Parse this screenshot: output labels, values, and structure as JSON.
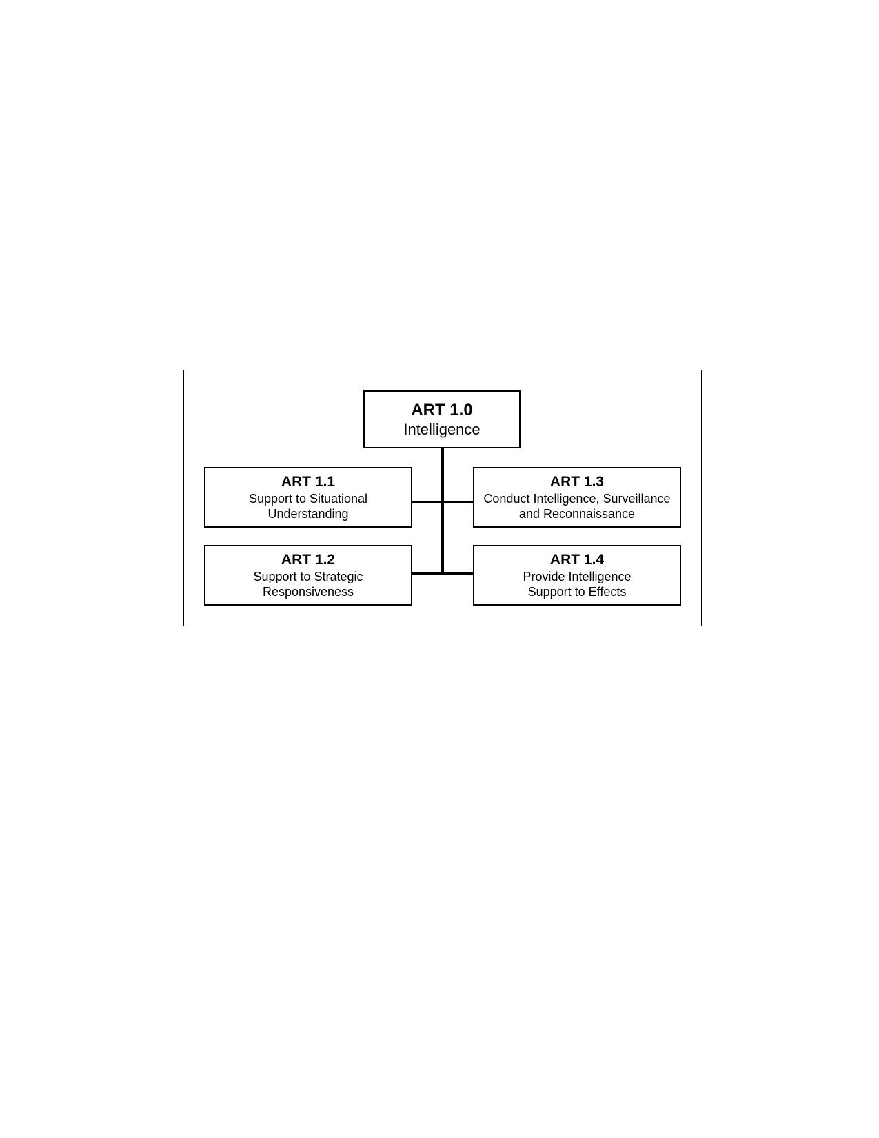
{
  "diagram": {
    "root": {
      "code": "ART 1.0",
      "desc": "Intelligence"
    },
    "children": [
      {
        "code": "ART 1.1",
        "desc": "Support to Situational\nUnderstanding"
      },
      {
        "code": "ART 1.2",
        "desc": "Support to Strategic\nResponsiveness"
      },
      {
        "code": "ART 1.3",
        "desc": "Conduct Intelligence, Surveillance\nand Reconnaissance"
      },
      {
        "code": "ART 1.4",
        "desc": "Provide Intelligence\nSupport to  Effects"
      }
    ]
  }
}
